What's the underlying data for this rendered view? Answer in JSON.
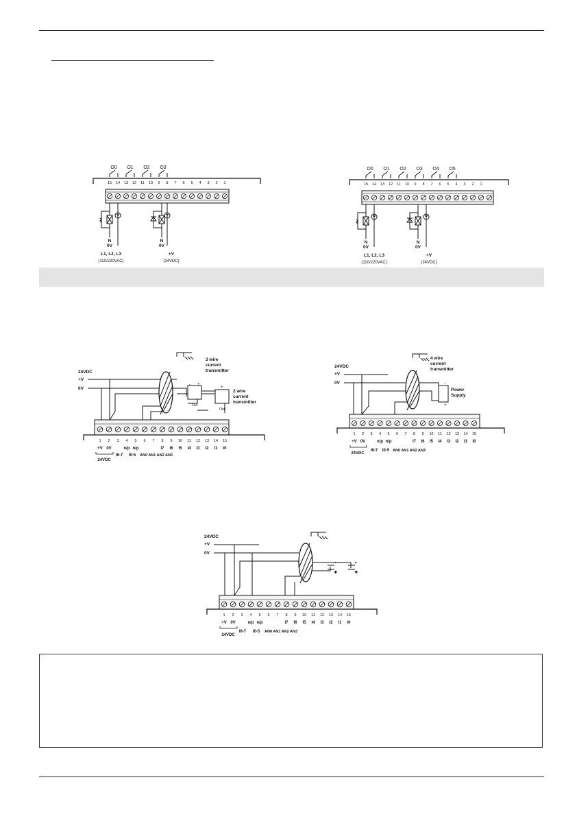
{
  "figures": {
    "out_left": {
      "outputs": [
        "O0",
        "O1",
        "O2",
        "O3"
      ],
      "terminals": [
        "15",
        "14",
        "13",
        "12",
        "11",
        "10",
        "9",
        "8",
        "7",
        "6",
        "5",
        "4",
        "3",
        "2",
        "1"
      ],
      "n_label": "N",
      "ov_label": "0V",
      "ac_label": "L1, L2, L3",
      "ac_sub": "(110/220VAC)",
      "dc_label": "+V",
      "dc_sub": "(24VDC)"
    },
    "out_right": {
      "outputs": [
        "O0",
        "O1",
        "O2",
        "O3",
        "O4",
        "O5"
      ],
      "terminals": [
        "15",
        "14",
        "13",
        "12",
        "11",
        "10",
        "9",
        "8",
        "7",
        "6",
        "5",
        "4",
        "3",
        "2",
        "1"
      ],
      "n_label": "N",
      "ov_label": "0V",
      "ac_label": "L1, L2, L3",
      "ac_sub": "(110/220VAC)",
      "dc_label": "+V",
      "dc_sub": "(24VDC)"
    },
    "in_left": {
      "supply": "24VDC",
      "plus": "+V",
      "zero": "0V",
      "tx3_a": "3 wire",
      "tx3_b": "current",
      "tx3_c": "transmitter",
      "tx2_a": "2 wire",
      "tx2_b": "current",
      "tx2_c": "transmitter",
      "out_label": "Out",
      "terminals": [
        "1",
        "2",
        "3",
        "4",
        "5",
        "6",
        "7",
        "8",
        "9",
        "10",
        "11",
        "12",
        "13",
        "14",
        "15"
      ],
      "bottom": [
        "+V",
        "0V",
        "",
        "n/p",
        "n/p",
        "",
        "",
        "I7",
        "I6",
        "I5",
        "I4",
        "I3",
        "I2",
        "I1",
        "I0"
      ],
      "group_a": "I6-7",
      "group_b": "I0-5",
      "analog": "AN0 AN1 AN2 AN3",
      "sub_supply": "24VDC"
    },
    "in_right": {
      "supply": "24VDC",
      "plus": "+V",
      "zero": "0V",
      "tx4_a": "4 wire",
      "tx4_b": "current",
      "tx4_c": "transmitter",
      "ps_a": "Power",
      "ps_b": "Supply",
      "terminals": [
        "1",
        "2",
        "3",
        "4",
        "5",
        "6",
        "7",
        "8",
        "9",
        "10",
        "11",
        "12",
        "13",
        "14",
        "15"
      ],
      "bottom": [
        "+V",
        "0V",
        "",
        "n/p",
        "n/p",
        "",
        "",
        "I7",
        "I6",
        "I5",
        "I4",
        "I3",
        "I2",
        "I1",
        "I0"
      ],
      "group_a": "I6-7",
      "group_b": "I0-5",
      "analog": "AN0 AN1 AN2 AN3",
      "sub_supply": "24VDC"
    },
    "in_center": {
      "supply": "24VDC",
      "plus": "+V",
      "zero": "0V",
      "terminals": [
        "1",
        "2",
        "3",
        "4",
        "5",
        "6",
        "7",
        "8",
        "9",
        "10",
        "11",
        "12",
        "13",
        "14",
        "15"
      ],
      "bottom": [
        "+V",
        "0V",
        "",
        "n/p",
        "n/p",
        "",
        "",
        "I7",
        "I6",
        "I5",
        "I4",
        "I3",
        "I2",
        "I1",
        "I0"
      ],
      "group_a": "I6-7",
      "group_b": "I0-5",
      "analog": "AN0 AN1 AN2 AN3",
      "sub_supply": "24VDC"
    }
  }
}
